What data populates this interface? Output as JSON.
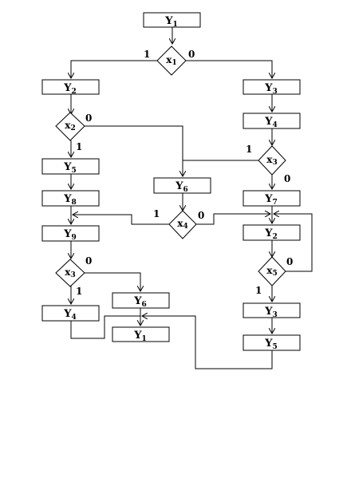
{
  "nodes": {
    "y1_top": {
      "name": "Y",
      "sub": "1"
    },
    "x1": {
      "name": "x",
      "sub": "1"
    },
    "y2_left": {
      "name": "Y",
      "sub": "2"
    },
    "x2": {
      "name": "x",
      "sub": "2"
    },
    "y5_left": {
      "name": "Y",
      "sub": "5"
    },
    "y8": {
      "name": "Y",
      "sub": "8"
    },
    "y9": {
      "name": "Y",
      "sub": "9"
    },
    "x3_left": {
      "name": "x",
      "sub": "3"
    },
    "y4_left": {
      "name": "Y",
      "sub": "4"
    },
    "y6_bottom": {
      "name": "Y",
      "sub": "6"
    },
    "y1_bottom": {
      "name": "Y",
      "sub": "1"
    },
    "y6_mid": {
      "name": "Y",
      "sub": "6"
    },
    "x4": {
      "name": "x",
      "sub": "4"
    },
    "y3_right": {
      "name": "Y",
      "sub": "3"
    },
    "y4_right": {
      "name": "Y",
      "sub": "4"
    },
    "x3_right": {
      "name": "x",
      "sub": "3"
    },
    "y7": {
      "name": "Y",
      "sub": "7"
    },
    "y2_right": {
      "name": "Y",
      "sub": "2"
    },
    "x5": {
      "name": "x",
      "sub": "5"
    },
    "y3_lower": {
      "name": "Y",
      "sub": "3"
    },
    "y5_lower": {
      "name": "Y",
      "sub": "5"
    }
  },
  "branch_labels": {
    "x1_one": "1",
    "x1_zero": "0",
    "x2_zero": "0",
    "x2_one": "1",
    "x3r_one": "1",
    "x3r_zero": "0",
    "x4_one": "1",
    "x4_zero": "0",
    "x3l_zero": "0",
    "x3l_one": "1",
    "x5_zero": "0",
    "x5_one": "1"
  }
}
